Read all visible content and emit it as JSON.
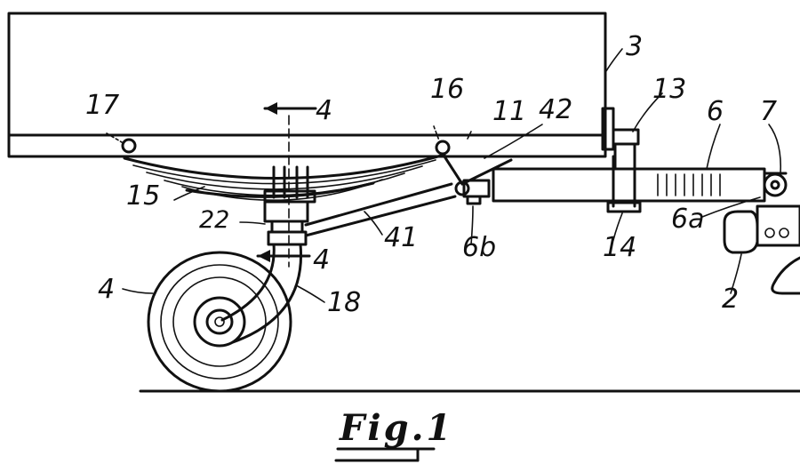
{
  "figure": {
    "caption": "Fig.1"
  },
  "labels": {
    "l3": "3",
    "l17": "17",
    "l16": "16",
    "l11": "11",
    "l42": "42",
    "l13": "13",
    "l6": "6",
    "l7": "7",
    "l4_top": "4",
    "l15": "15",
    "l22": "22",
    "l41": "41",
    "l6b": "6b",
    "l14": "14",
    "l6a": "6a",
    "l2": "2",
    "l4_mid": "4",
    "l4_wheel": "4",
    "l18": "18"
  }
}
